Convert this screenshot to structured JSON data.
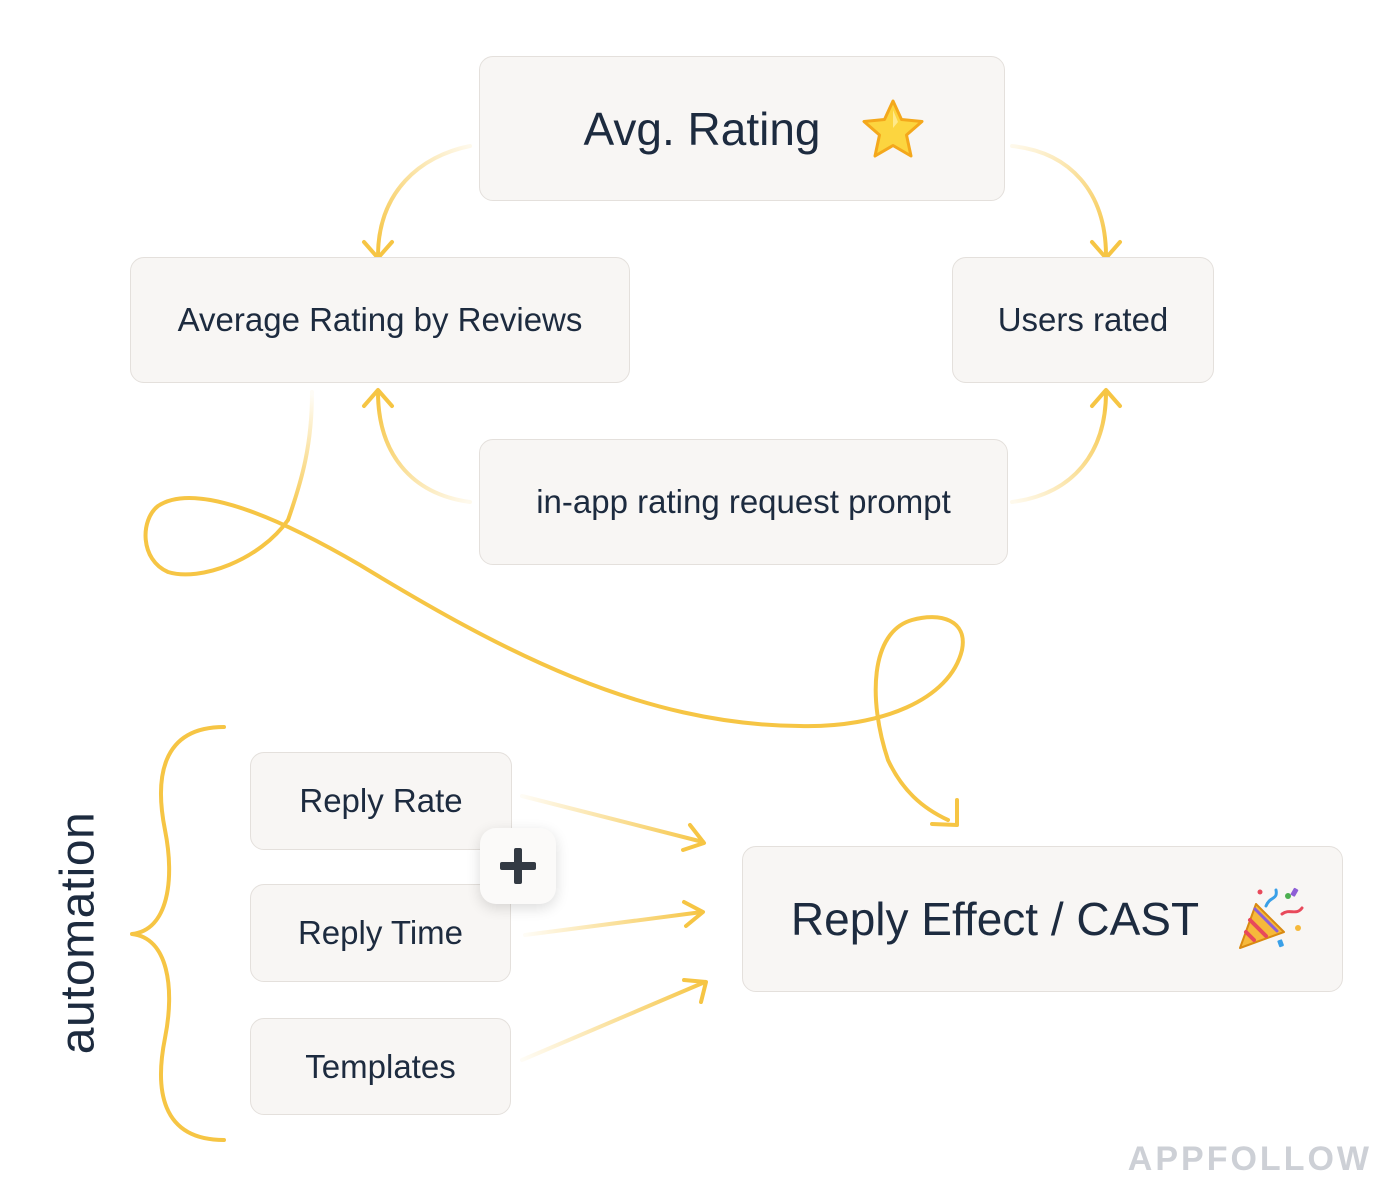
{
  "nodes": {
    "avg_rating": "Avg. Rating",
    "avg_rating_by_reviews": "Average Rating by Reviews",
    "users_rated": "Users rated",
    "in_app_prompt": "in-app rating request prompt",
    "reply_rate": "Reply Rate",
    "reply_time": "Reply Time",
    "templates": "Templates",
    "reply_effect": "Reply Effect / CAST"
  },
  "group_label": "automation",
  "watermark": "APPFOLLOW",
  "icons": {
    "avg_rating": "star-icon",
    "reply_effect": "party-popper-icon",
    "combine": "plus-icon"
  },
  "colors": {
    "arrow": "#f6c544",
    "text": "#1d2b3f",
    "node_background": "#f8f6f4",
    "node_border": "#e4e0dc",
    "watermark": "#cdd0d6"
  }
}
